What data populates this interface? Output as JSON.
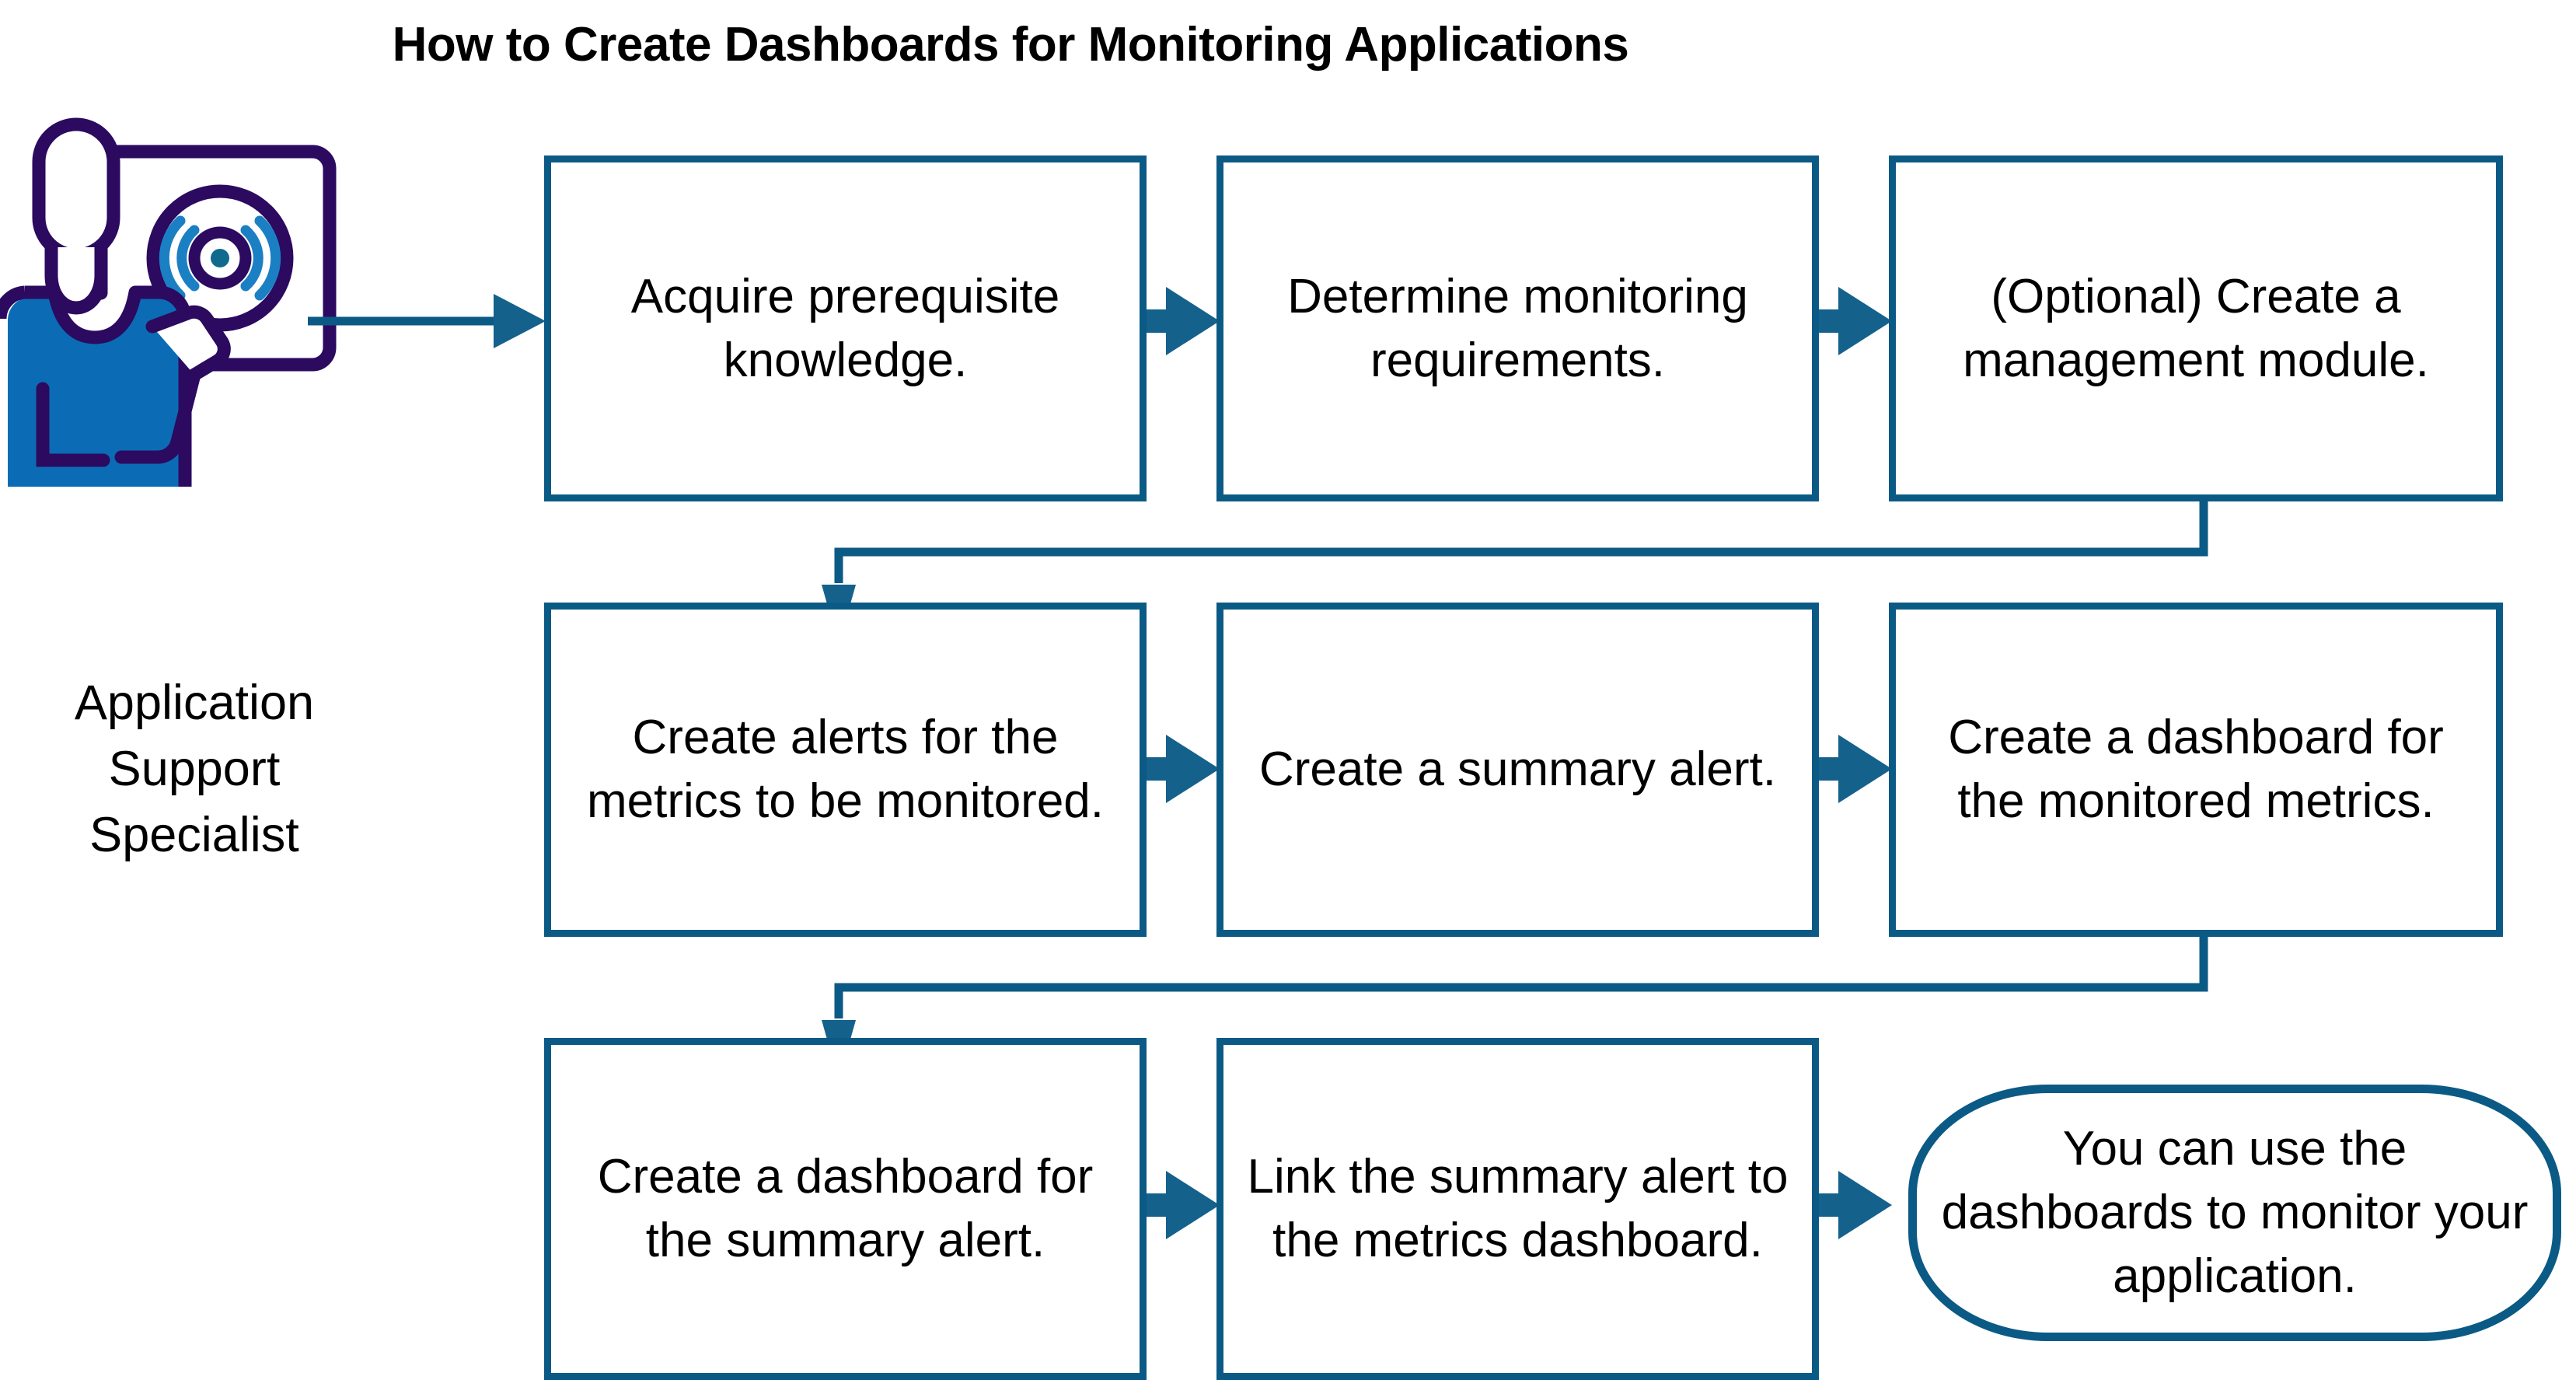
{
  "title": "How to Create Dashboards for Monitoring Applications",
  "persona": {
    "icon_name": "application-support-specialist-icon",
    "label": "Application\nSupport\nSpecialist",
    "label_lines": [
      "Application",
      "Support",
      "Specialist"
    ]
  },
  "colors": {
    "box_border": "#0b5a85",
    "connector": "#0b5a85",
    "arrow_fill": "#14618c",
    "icon_outline": "#2b0a60",
    "icon_body": "#0b6cb5",
    "icon_accent": "#1b7fc4",
    "icon_center_dot": "#0f6a8e",
    "title_text": "#000000",
    "box_text": "#000000",
    "background": "#ffffff"
  },
  "steps": [
    {
      "id": "step-1",
      "text": "Acquire prerequisite knowledge.",
      "shape": "process",
      "row": 1,
      "col": 1
    },
    {
      "id": "step-2",
      "text": "Determine monitoring requirements.",
      "shape": "process",
      "row": 1,
      "col": 2
    },
    {
      "id": "step-3",
      "text": "(Optional) Create a management module.",
      "shape": "process",
      "row": 1,
      "col": 3
    },
    {
      "id": "step-4",
      "text": "Create alerts for the metrics to be monitored.",
      "shape": "process",
      "row": 2,
      "col": 1
    },
    {
      "id": "step-5",
      "text": "Create a summary alert.",
      "shape": "process",
      "row": 2,
      "col": 2
    },
    {
      "id": "step-6",
      "text": "Create a dashboard for the monitored metrics.",
      "shape": "process",
      "row": 2,
      "col": 3
    },
    {
      "id": "step-7",
      "text": "Create a dashboard for the summary alert.",
      "shape": "process",
      "row": 3,
      "col": 1
    },
    {
      "id": "step-8",
      "text": "Link the summary alert to the metrics dashboard.",
      "shape": "process",
      "row": 3,
      "col": 2
    },
    {
      "id": "step-9",
      "text": "You can use the dashboards to monitor your application.",
      "shape": "terminal",
      "row": 3,
      "col": 3
    }
  ],
  "connectors": [
    {
      "id": "conn-persona-step1",
      "from": "persona",
      "to": "step-1",
      "kind": "straight-right"
    },
    {
      "id": "conn-step1-step2",
      "from": "step-1",
      "to": "step-2",
      "kind": "block-arrow-right"
    },
    {
      "id": "conn-step2-step3",
      "from": "step-2",
      "to": "step-3",
      "kind": "block-arrow-right"
    },
    {
      "id": "conn-step3-step4",
      "from": "step-3",
      "to": "step-4",
      "kind": "elbow-down-left"
    },
    {
      "id": "conn-step4-step5",
      "from": "step-4",
      "to": "step-5",
      "kind": "block-arrow-right"
    },
    {
      "id": "conn-step5-step6",
      "from": "step-5",
      "to": "step-6",
      "kind": "block-arrow-right"
    },
    {
      "id": "conn-step6-step7",
      "from": "step-6",
      "to": "step-7",
      "kind": "elbow-down-left"
    },
    {
      "id": "conn-step7-step8",
      "from": "step-7",
      "to": "step-8",
      "kind": "block-arrow-right"
    },
    {
      "id": "conn-step8-step9",
      "from": "step-8",
      "to": "step-9",
      "kind": "block-arrow-right"
    }
  ]
}
